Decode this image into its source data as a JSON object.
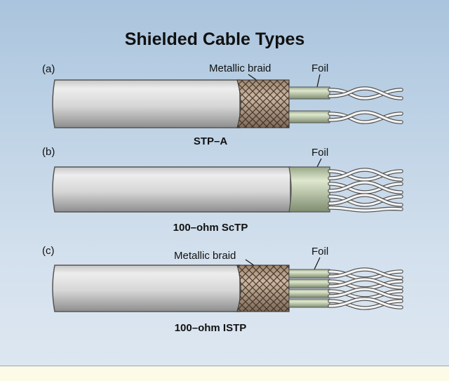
{
  "title": "Shielded Cable Types",
  "panels": [
    {
      "letter": "(a)",
      "caption": "STP–A",
      "labels": {
        "braid": "Metallic braid",
        "foil": "Foil"
      }
    },
    {
      "letter": "(b)",
      "caption": "100–ohm ScTP",
      "labels": {
        "foil": "Foil"
      }
    },
    {
      "letter": "(c)",
      "caption": "100–ohm ISTP",
      "labels": {
        "braid": "Metallic braid",
        "foil": "Foil"
      }
    }
  ],
  "colors": {
    "background": "#b9cfe4",
    "bottom_strip": "#fbfbe8",
    "jacket": "#d8d8d8",
    "braid": "#b79f8a",
    "foil": "#b9c8a8"
  }
}
